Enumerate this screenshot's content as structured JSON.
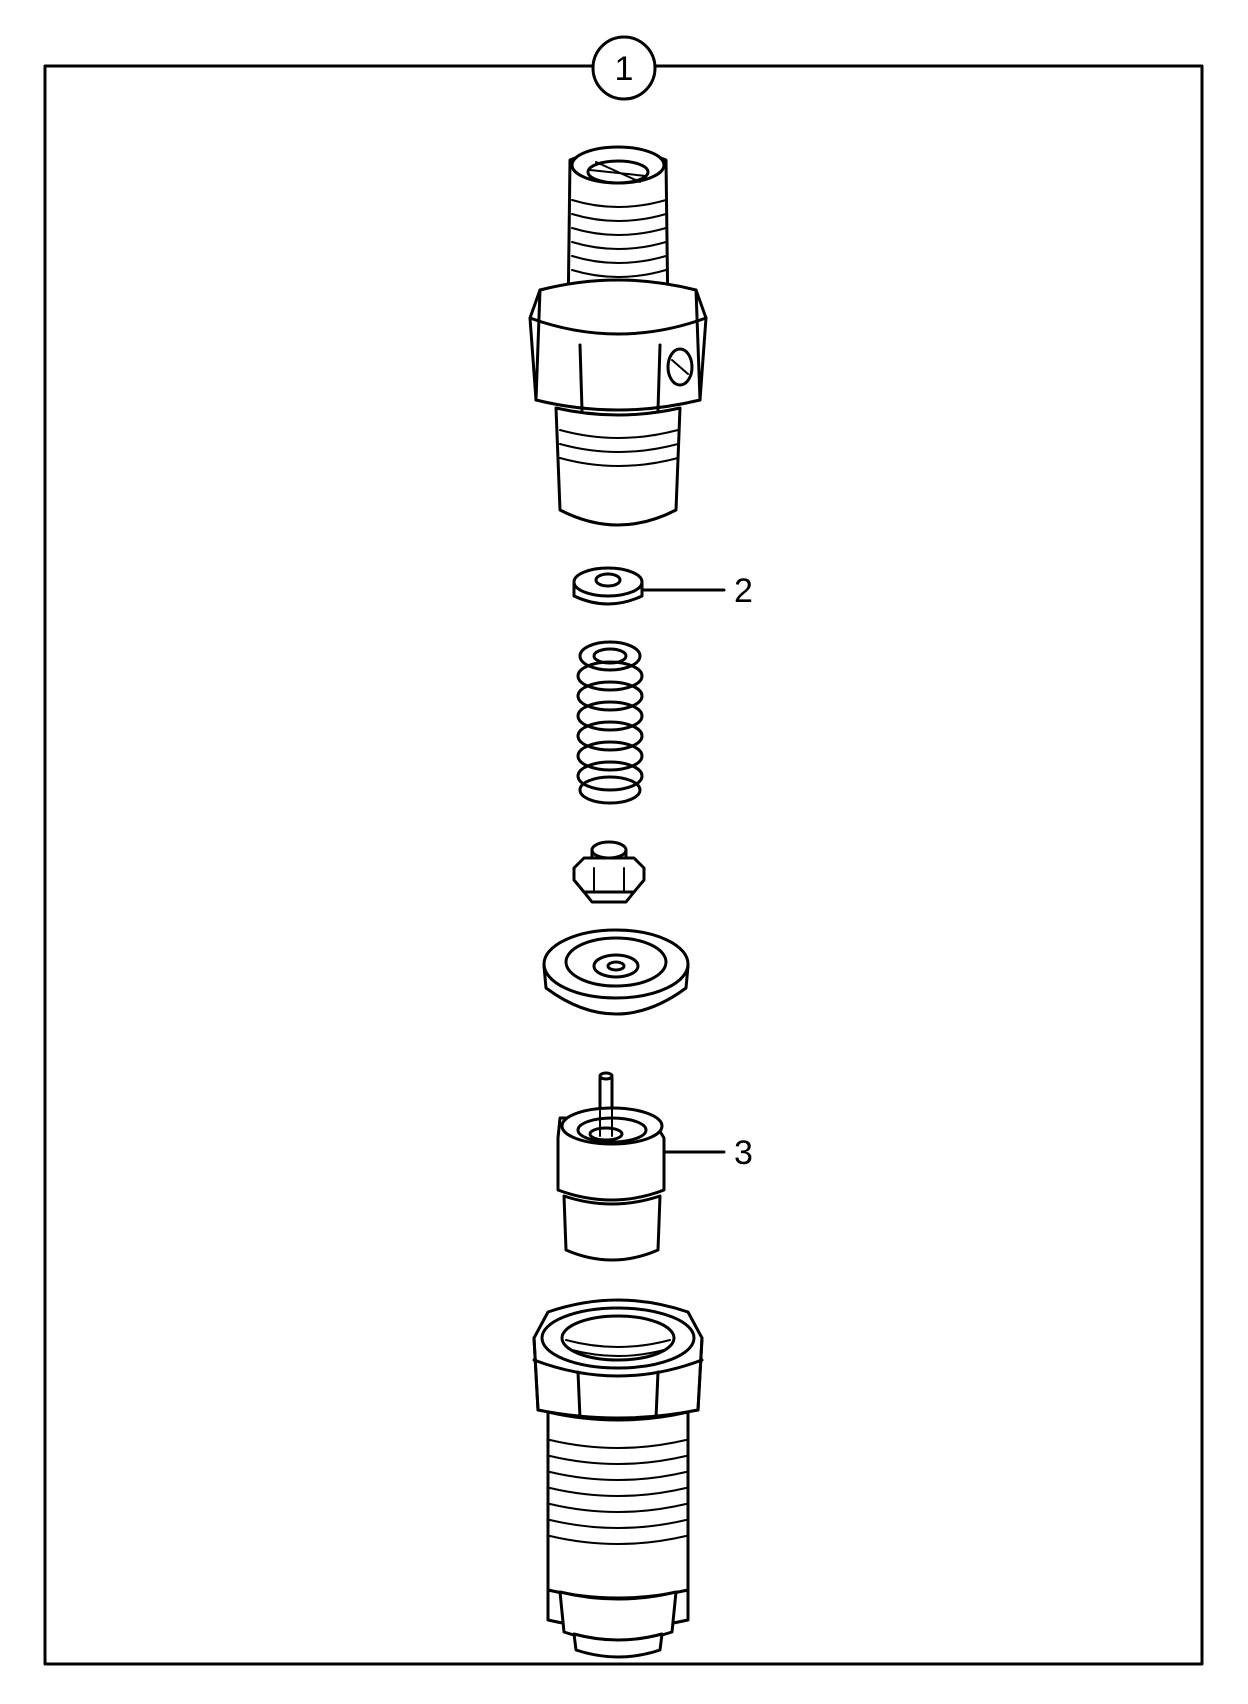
{
  "callouts": {
    "assembly": "1",
    "shim": "2",
    "nozzle": "3"
  },
  "colors": {
    "line": "#000000",
    "background": "#ffffff"
  }
}
